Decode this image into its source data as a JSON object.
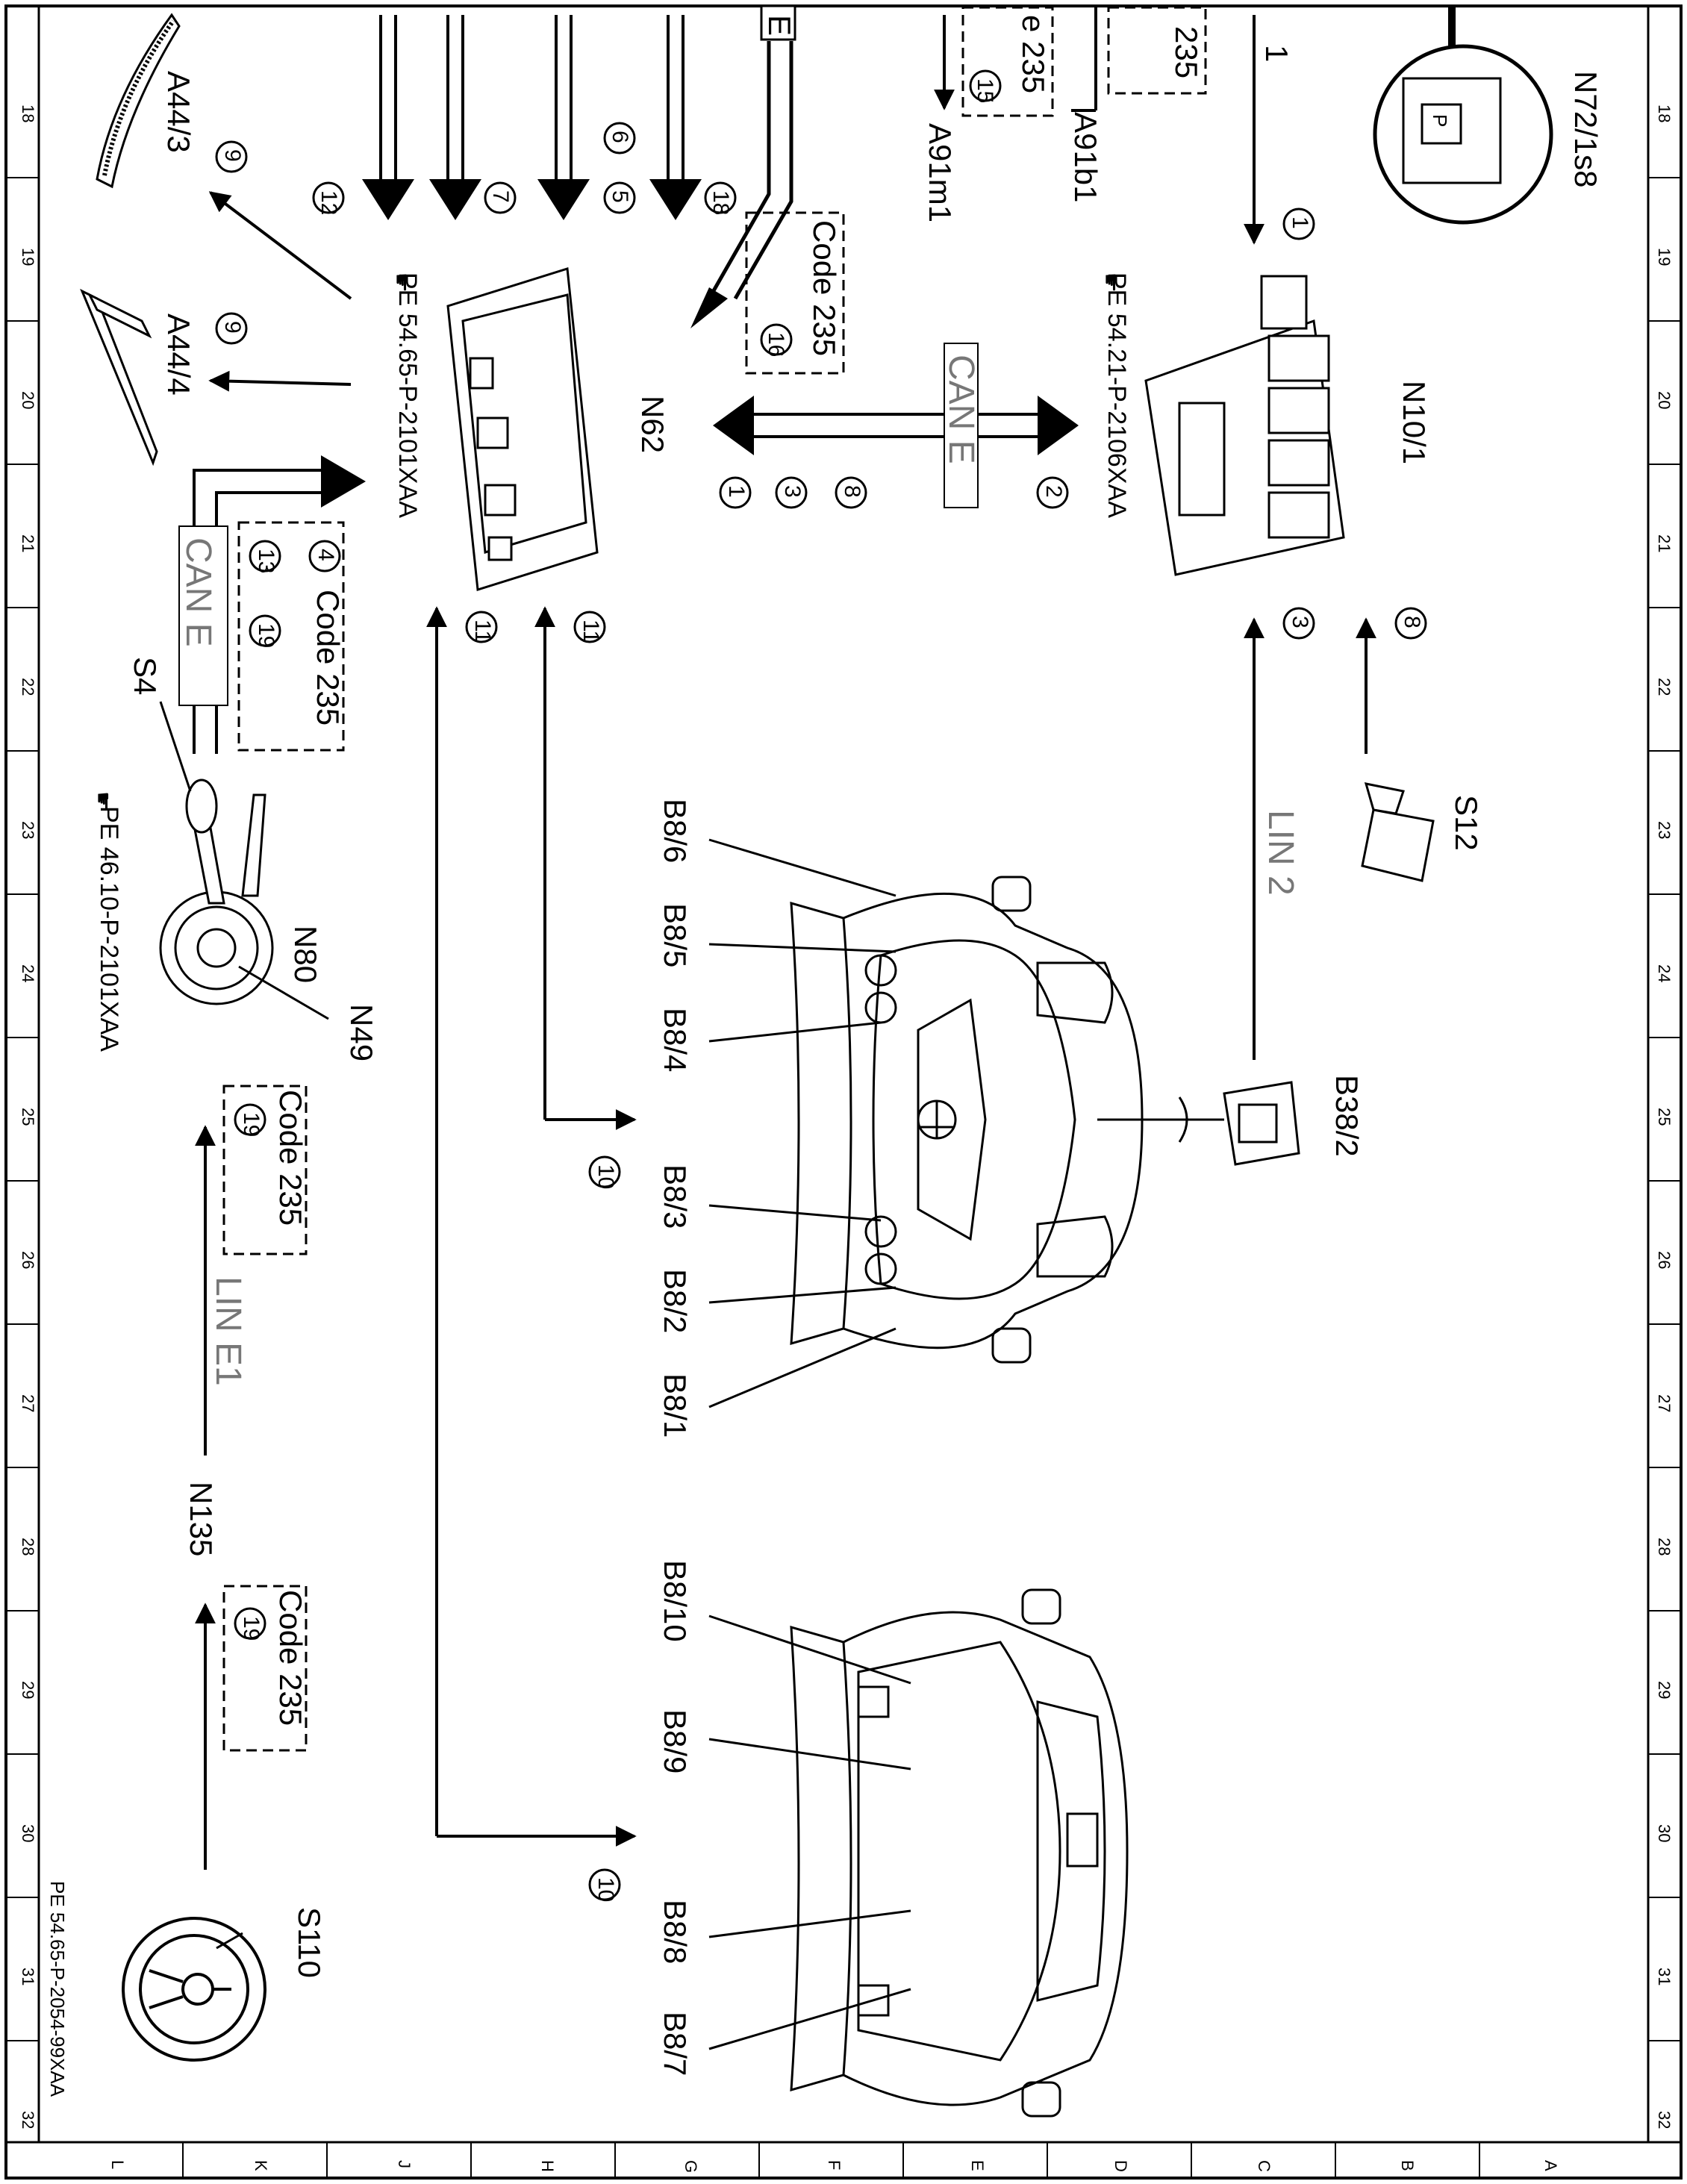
{
  "document_ref": "PE 54.65-P-2054-99XAA",
  "grid": {
    "rows_left": [
      "18",
      "19",
      "20",
      "21",
      "22",
      "23",
      "24",
      "25",
      "26",
      "27",
      "28",
      "29",
      "30",
      "31",
      "32"
    ],
    "rows_right": [
      "18",
      "19",
      "20",
      "21",
      "22",
      "23",
      "24",
      "25",
      "26",
      "27",
      "28",
      "29",
      "30",
      "31",
      "32"
    ],
    "columns": [
      "L",
      "K",
      "J",
      "H",
      "G",
      "F",
      "E",
      "D",
      "C",
      "B",
      "A"
    ]
  },
  "components": {
    "n72_1s8": "N72/1s8",
    "n10_1": "N10/1",
    "n62": "N62",
    "a44_3": "A44/3",
    "a44_4": "A44/4",
    "a91b1": "A91b1",
    "a91m1": "A91m1",
    "s12": "S12",
    "s4": "S4",
    "n80": "N80",
    "n49": "N49",
    "b38_2": "B38/2",
    "n135": "N135",
    "s110": "S110",
    "b8_1": "B8/1",
    "b8_2": "B8/2",
    "b8_3": "B8/3",
    "b8_4": "B8/4",
    "b8_5": "B8/5",
    "b8_6": "B8/6",
    "b8_7": "B8/7",
    "b8_8": "B8/8",
    "b8_9": "B8/9",
    "b8_10": "B8/10"
  },
  "refs": {
    "pe_n10": "PE 54.21-P-2106XAA",
    "pe_n62": "PE 54.65-P-2101XAA",
    "pe_n80": "PE 46.10-P-2101XAA"
  },
  "buses": {
    "can_e": "CAN E",
    "lin2": "LIN 2",
    "lin_e1": "LIN E1",
    "e": "E"
  },
  "codes": {
    "code235": "Code 235",
    "e235": "e 235",
    "n235": "235"
  },
  "numbers": {
    "top_1": "1"
  },
  "circles": [
    "1",
    "2",
    "3",
    "4",
    "5",
    "6",
    "7",
    "8",
    "9",
    "10",
    "11",
    "12",
    "13",
    "15",
    "16",
    "18",
    "19"
  ]
}
